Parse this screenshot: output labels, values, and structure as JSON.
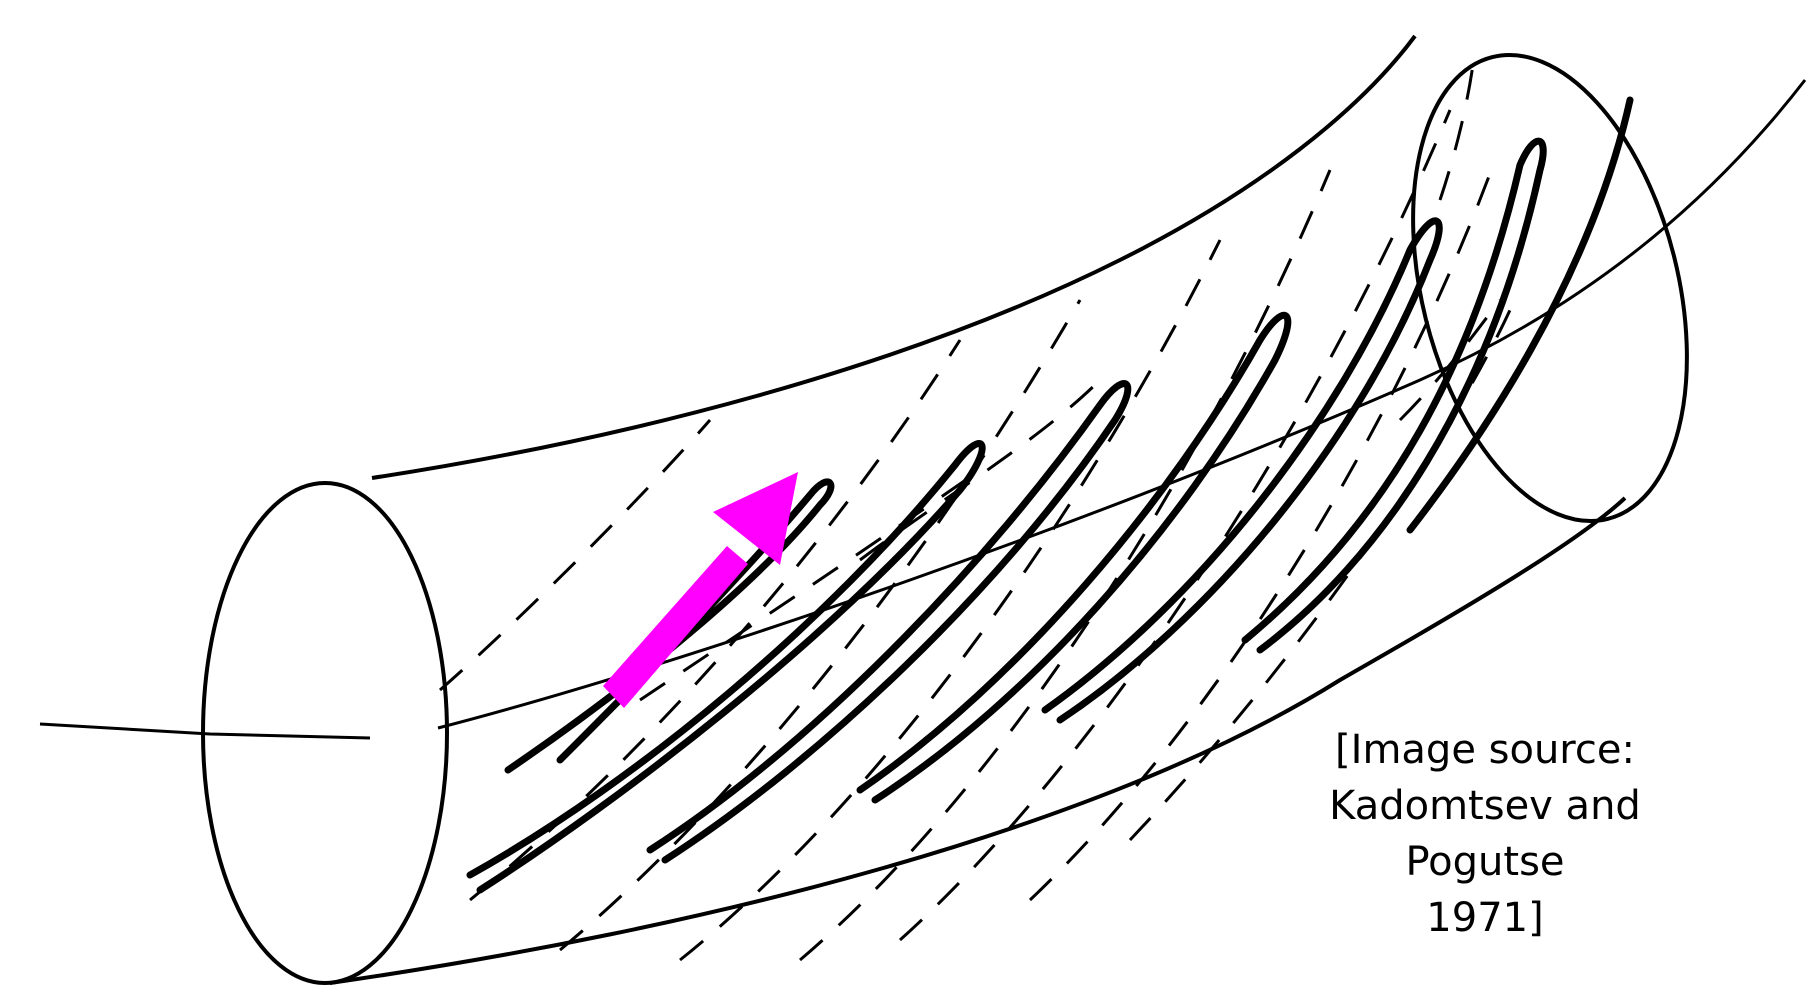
{
  "caption": {
    "line1": "[Image source:",
    "line2": "Kadomtsev and Pogutse",
    "line3": "1971]"
  },
  "colors": {
    "background": "#ffffff",
    "ink": "#000000",
    "arrow": "#ff00ff"
  },
  "icons": [
    "magenta-arrow",
    "curved-tube",
    "helical-perturbation"
  ]
}
